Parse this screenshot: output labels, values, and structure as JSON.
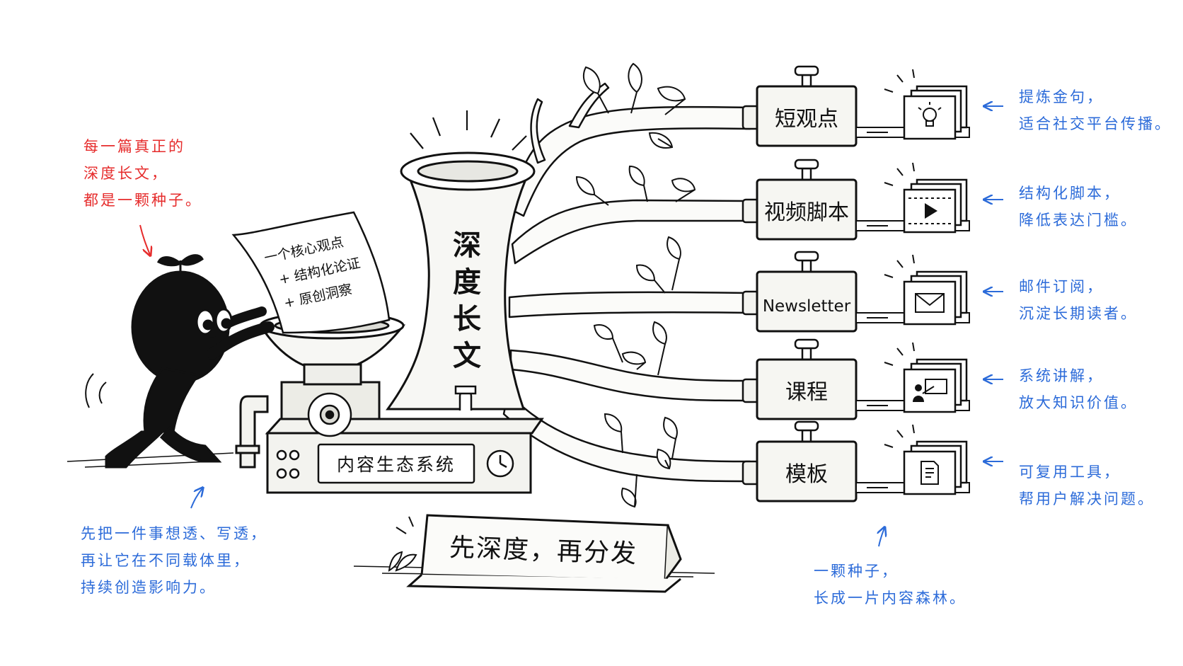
{
  "colors": {
    "ink": "#111111",
    "annotation_red": "#e62c2c",
    "annotation_blue": "#2c6bd9",
    "paper": "#ffffff",
    "fill_light": "#f6f6f4"
  },
  "annotations": {
    "seed_note": [
      "每一篇真正的",
      "深度长文，",
      "都是一颗种子。"
    ],
    "method_note": [
      "先把一件事想透、写透，",
      "再让它在不同载体里，",
      "持续创造影响力。"
    ],
    "forest_note": [
      "一颗种子，",
      "长成一片内容森林。"
    ]
  },
  "paper_sheet": {
    "lines": [
      "一个核心观点",
      "+ 结构化论证",
      "+ 原创洞察"
    ]
  },
  "machine": {
    "chimney_label": [
      "深",
      "度",
      "长",
      "文"
    ],
    "base_label": "内容生态系统"
  },
  "sign": {
    "text": "先深度，再分发"
  },
  "outputs": [
    {
      "label": "短观点",
      "icon": "lightbulb-icon",
      "note": [
        "提炼金句，",
        "适合社交平台传播。"
      ]
    },
    {
      "label": "视频脚本",
      "icon": "play-icon",
      "note": [
        "结构化脚本，",
        "降低表达门槛。"
      ]
    },
    {
      "label": "Newsletter",
      "icon": "envelope-icon",
      "note": [
        "邮件订阅，",
        "沉淀长期读者。"
      ]
    },
    {
      "label": "课程",
      "icon": "presentation-icon",
      "note": [
        "系统讲解，",
        "放大知识价值。"
      ]
    },
    {
      "label": "模板",
      "icon": "document-icon",
      "note": [
        "可复用工具，",
        "帮用户解决问题。"
      ]
    }
  ]
}
